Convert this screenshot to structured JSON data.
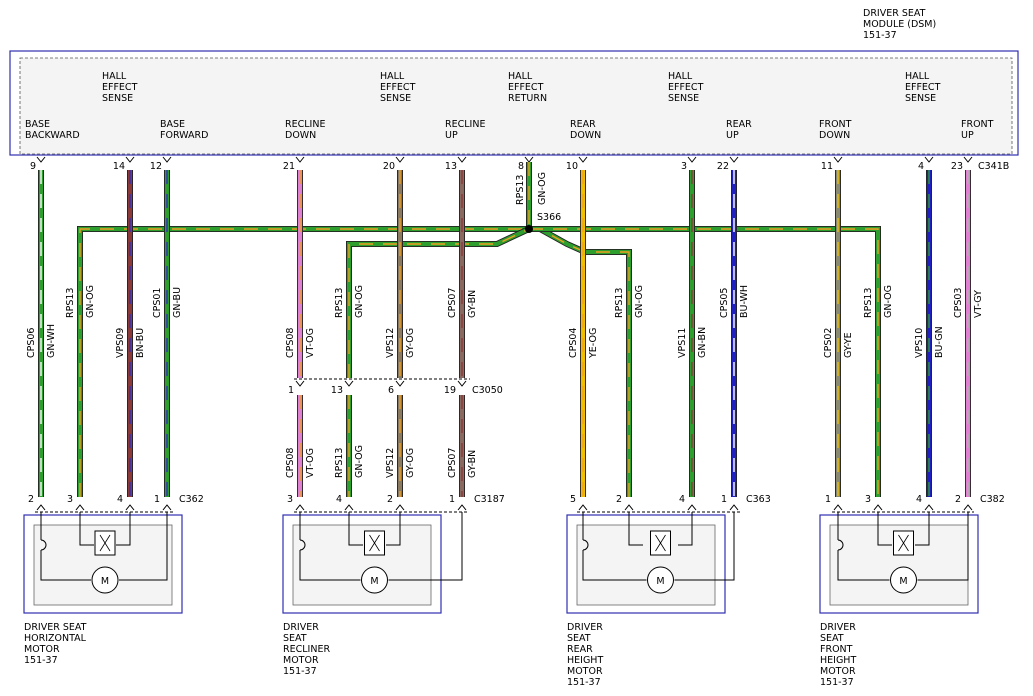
{
  "module": {
    "title_lines": [
      "DRIVER SEAT",
      "MODULE (DSM)",
      "151-37"
    ],
    "connector": "C341B",
    "pins": [
      {
        "id": "p9",
        "pin": "9",
        "label": [
          "BASE",
          "BACKWARD"
        ]
      },
      {
        "id": "p14",
        "pin": "14",
        "label": []
      },
      {
        "id": "p12",
        "pin": "12",
        "label": [
          "BASE",
          "FORWARD"
        ]
      },
      {
        "id": "p21",
        "pin": "21",
        "label": [
          "RECLINE",
          "DOWN"
        ]
      },
      {
        "id": "p20",
        "pin": "20",
        "label": []
      },
      {
        "id": "p13",
        "pin": "13",
        "label": [
          "RECLINE",
          "UP"
        ]
      },
      {
        "id": "p8",
        "pin": "8",
        "label": []
      },
      {
        "id": "p10",
        "pin": "10",
        "label": [
          "REAR",
          "DOWN"
        ]
      },
      {
        "id": "p3",
        "pin": "3",
        "label": []
      },
      {
        "id": "p22",
        "pin": "22",
        "label": [
          "REAR",
          "UP"
        ]
      },
      {
        "id": "p11",
        "pin": "11",
        "label": [
          "FRONT",
          "DOWN"
        ]
      },
      {
        "id": "p4",
        "pin": "4",
        "label": []
      },
      {
        "id": "p23",
        "pin": "23",
        "label": [
          "FRONT",
          "UP"
        ]
      }
    ],
    "sense_labels": [
      {
        "id": "s1",
        "lines": [
          "HALL",
          "EFFECT",
          "SENSE"
        ]
      },
      {
        "id": "s2",
        "lines": [
          "HALL",
          "EFFECT",
          "SENSE"
        ]
      },
      {
        "id": "s3",
        "lines": [
          "HALL",
          "EFFECT",
          "RETURN"
        ]
      },
      {
        "id": "s4",
        "lines": [
          "HALL",
          "EFFECT",
          "SENSE"
        ]
      },
      {
        "id": "s5",
        "lines": [
          "HALL",
          "EFFECT",
          "SENSE"
        ]
      }
    ]
  },
  "splice": {
    "label": "S366",
    "circuit": "RPS13",
    "color_code": "GN-OG"
  },
  "wires": [
    {
      "id": "w9",
      "circuit": "CPS06",
      "color_code": "GN-WH",
      "color": "#2e9e2e",
      "stripe": "#ffffff"
    },
    {
      "id": "w14",
      "circuit": "VPS09",
      "color_code": "BN-BU",
      "color": "#8b3a3a",
      "stripe": "#3030c0"
    },
    {
      "id": "w12",
      "circuit": "CPS01",
      "color_code": "GN-BU",
      "color": "#2e9e2e",
      "stripe": "#3030c0"
    },
    {
      "id": "wA",
      "circuit": "RPS13",
      "color_code": "GN-OG",
      "color": "#2e9e2e",
      "stripe": "#f0a020"
    },
    {
      "id": "w21",
      "circuit": "CPS08",
      "color_code": "VT-OG",
      "color": "#e080d0",
      "stripe": "#f0a020"
    },
    {
      "id": "wB",
      "circuit": "RPS13",
      "color_code": "GN-OG",
      "color": "#2e9e2e",
      "stripe": "#f0a020"
    },
    {
      "id": "w20",
      "circuit": "VPS12",
      "color_code": "GY-OG",
      "color": "#8a7a60",
      "stripe": "#f0a020"
    },
    {
      "id": "w13",
      "circuit": "CPS07",
      "color_code": "GY-BN",
      "color": "#8a6a60",
      "stripe": "#8b3a3a"
    },
    {
      "id": "w10",
      "circuit": "CPS04",
      "color_code": "YE-OG",
      "color": "#f0c000",
      "stripe": "#f0a020"
    },
    {
      "id": "wC",
      "circuit": "RPS13",
      "color_code": "GN-OG",
      "color": "#2e9e2e",
      "stripe": "#f0a020"
    },
    {
      "id": "w3",
      "circuit": "VPS11",
      "color_code": "GN-BN",
      "color": "#2e9e2e",
      "stripe": "#8b3a3a"
    },
    {
      "id": "w22",
      "circuit": "CPS05",
      "color_code": "BU-WH",
      "color": "#2020c0",
      "stripe": "#ffffff"
    },
    {
      "id": "w11",
      "circuit": "CPS02",
      "color_code": "GY-YE",
      "color": "#8a8a70",
      "stripe": "#f0c000"
    },
    {
      "id": "wD",
      "circuit": "RPS13",
      "color_code": "GN-OG",
      "color": "#2e9e2e",
      "stripe": "#f0a020"
    },
    {
      "id": "w4",
      "circuit": "VPS10",
      "color_code": "BU-GN",
      "color": "#2020c0",
      "stripe": "#2e9e2e"
    },
    {
      "id": "w23",
      "circuit": "CPS03",
      "color_code": "VT-GY",
      "color": "#e080d0",
      "stripe": "#b0b0b0"
    }
  ],
  "inline_connector": {
    "label": "C3050",
    "pins": [
      {
        "id": "i1",
        "pin": "1"
      },
      {
        "id": "i13",
        "pin": "13"
      },
      {
        "id": "i6",
        "pin": "6"
      },
      {
        "id": "i19",
        "pin": "19"
      }
    ],
    "lower_wires": [
      {
        "id": "lw1",
        "circuit": "CPS08",
        "color_code": "VT-OG"
      },
      {
        "id": "lw2",
        "circuit": "RPS13",
        "color_code": "GN-OG"
      },
      {
        "id": "lw3",
        "circuit": "VPS12",
        "color_code": "GY-OG"
      },
      {
        "id": "lw4",
        "circuit": "CPS07",
        "color_code": "GY-BN"
      }
    ]
  },
  "motors": [
    {
      "id": "m1",
      "connector": "C362",
      "pins": [
        "2",
        "3",
        "4",
        "1"
      ],
      "name_lines": [
        "DRIVER SEAT",
        "HORIZONTAL",
        "MOTOR",
        "151-37"
      ]
    },
    {
      "id": "m2",
      "connector": "C3187",
      "pins": [
        "3",
        "4",
        "2",
        "1"
      ],
      "name_lines": [
        "DRIVER",
        "SEAT",
        "RECLINER",
        "MOTOR",
        "151-37"
      ]
    },
    {
      "id": "m3",
      "connector": "C363",
      "pins": [
        "5",
        "2",
        "4",
        "1"
      ],
      "name_lines": [
        "DRIVER",
        "SEAT",
        "REAR",
        "HEIGHT",
        "MOTOR",
        "151-37"
      ]
    },
    {
      "id": "m4",
      "connector": "C382",
      "pins": [
        "1",
        "3",
        "4",
        "2"
      ],
      "name_lines": [
        "DRIVER",
        "SEAT",
        "FRONT",
        "HEIGHT",
        "MOTOR",
        "151-37"
      ]
    }
  ],
  "motor_symbol": "M"
}
